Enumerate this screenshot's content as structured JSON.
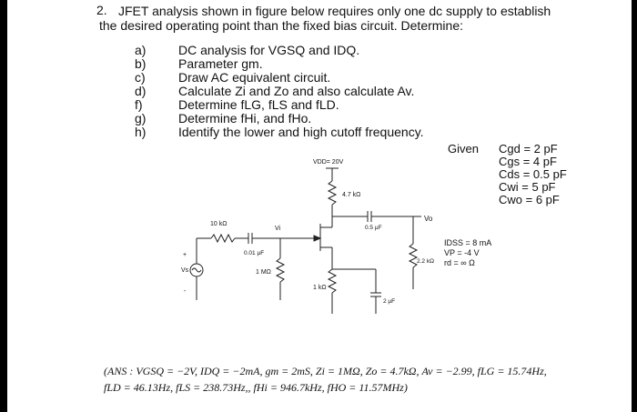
{
  "question": {
    "number": "2.",
    "line1": "JFET analysis shown in figure below requires only one dc supply to establish",
    "line2": "the desired operating point than the fixed bias circuit. Determine:"
  },
  "items": [
    {
      "label": "a)",
      "text": "DC analysis for VGSQ and IDQ."
    },
    {
      "label": "b)",
      "text": "Parameter gm."
    },
    {
      "label": "c)",
      "text": "Draw AC equivalent circuit."
    },
    {
      "label": "d)",
      "text": "Calculate Zi and Zo and also calculate Av."
    },
    {
      "label": "f)",
      "text": "Determine fLG, fLS and fLD."
    },
    {
      "label": "g)",
      "text": "Determine fHi, and fHo."
    },
    {
      "label": "h)",
      "text": "Identify the lower and high cutoff frequency."
    }
  ],
  "given": {
    "title": "Given",
    "caps": [
      "Cgd = 2 pF",
      "Cgs = 4 pF",
      "Cds = 0.5 pF",
      "Cwi = 5 pF",
      "Cwo = 6 pF"
    ]
  },
  "circuit": {
    "vdd": "VDD= 20V",
    "rd": "4.7 kΩ",
    "rsig": "10 kΩ",
    "vi": "Vi",
    "cg": "0.01 µF",
    "rg": "1 MΩ",
    "rs": "1 kΩ",
    "cc": "0.5 µF",
    "vo": "Vo",
    "rl": "2.2 kΩ",
    "cs": "2 µF",
    "vs": "Vs",
    "plus": "+",
    "minus": "-"
  },
  "jfet_params": [
    "IDSS = 8 mA",
    "VP = -4 V",
    "rd = ∞ Ω"
  ],
  "answer": {
    "line1": "(ANS : VGSQ = −2V, IDQ = −2mA, gm = 2mS, Zi = 1MΩ, Zo = 4.7kΩ, Av = −2.99, fLG = 15.74Hz,",
    "line2": "fLD = 46.13Hz, fLS = 238.73Hz,, fHi = 946.7kHz, fHO = 11.57MHz)"
  }
}
